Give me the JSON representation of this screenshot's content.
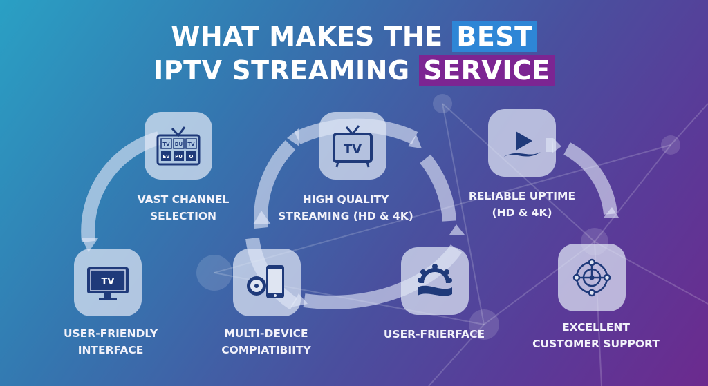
{
  "title": {
    "line1_prefix": "WHAT MAKES THE",
    "line1_highlight": "BEST",
    "line2_prefix": "IPTV STREAMING",
    "line2_highlight": "SERVICE"
  },
  "colors": {
    "highlight_best": "#2e86d6",
    "highlight_service": "#7c2592",
    "icon": "#1f3a7a"
  },
  "features": [
    {
      "line1": "VAST CHANNEL",
      "line2": "SELECTION",
      "icon": "tv-grid-icon",
      "icon_text": [
        "TV",
        "DU",
        "TV",
        "EV",
        "PU",
        "O"
      ]
    },
    {
      "line1": "HIGH QUALITY",
      "line2": "STREAMING (HD & 4K)",
      "icon": "tv-icon",
      "icon_text": "TV"
    },
    {
      "line1": "RELIABLE UPTIME",
      "line2": "(HD & 4K)",
      "icon": "play-icon"
    },
    {
      "line1": "USER-FRIENDLY",
      "line2": "INTERFACE",
      "icon": "monitor-icon",
      "icon_text": "TV"
    },
    {
      "line1": "MULTI-DEVICE",
      "line2": "COMPIATIBIITY",
      "icon": "multi-device-icon"
    },
    {
      "line1": "USER-FRIERFACE",
      "icon": "gear-icon"
    },
    {
      "line1": "EXCELLENT",
      "line2": "CUSTOMER SUPPORT",
      "icon": "target-icon"
    }
  ]
}
